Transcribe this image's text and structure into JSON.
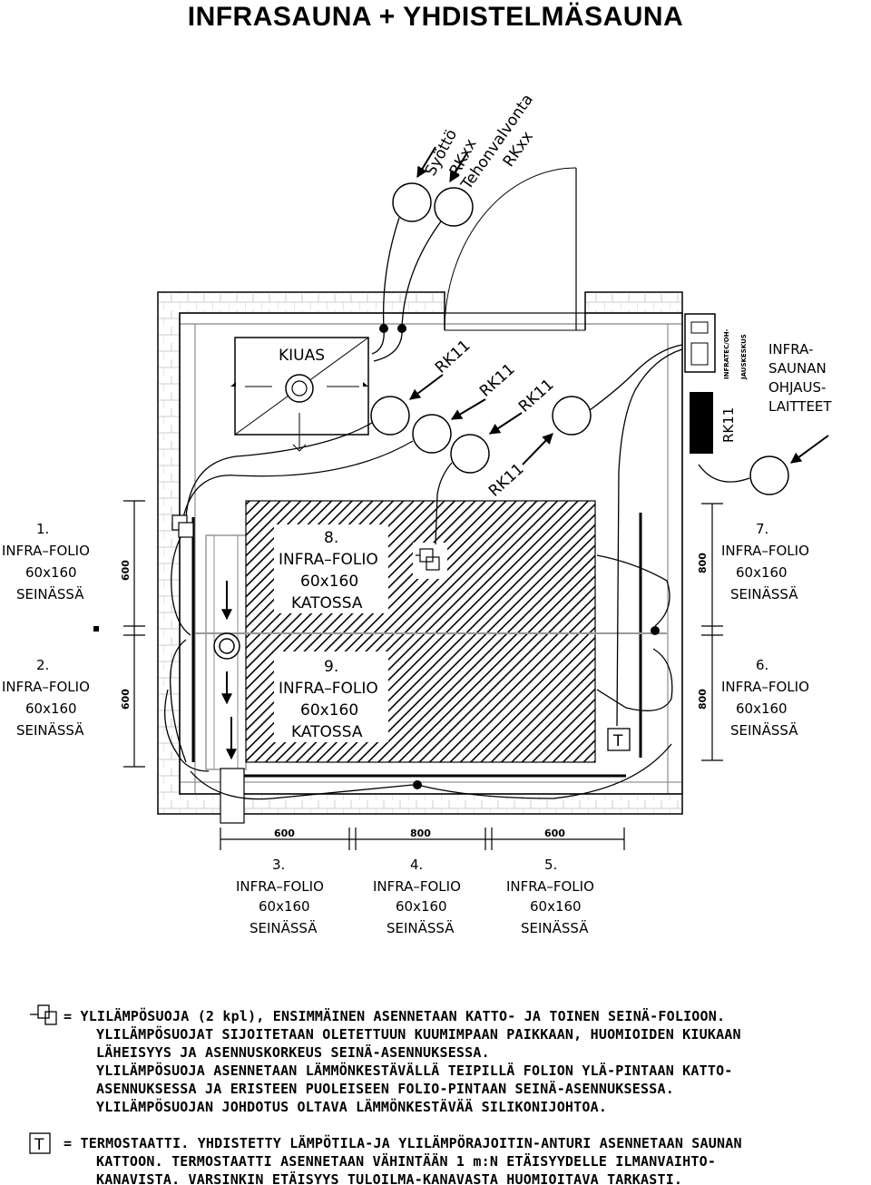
{
  "title": "INFRASAUNA + YHDISTELMÄSAUNA",
  "feeds": {
    "syotto": [
      "Syöttö",
      "RKxx"
    ],
    "tehonvalvonta": [
      "Tehonvalvonta",
      "RKxx"
    ]
  },
  "kiuas": "KIUAS",
  "rk11": "RK11",
  "control": {
    "box": [
      "INFRATEC/OH-",
      "JAUSKESKUS"
    ],
    "label": [
      "INFRA-",
      "SAUNAN",
      "OHJAUS-",
      "LAITTEET"
    ]
  },
  "panels": {
    "p1": [
      "1.",
      "INFRA–FOLIO",
      "60x160",
      "SEINÄSSÄ"
    ],
    "p2": [
      "2.",
      "INFRA–FOLIO",
      "60x160",
      "SEINÄSSÄ"
    ],
    "p3": [
      "3.",
      "INFRA–FOLIO",
      "60x160",
      "SEINÄSSÄ"
    ],
    "p4": [
      "4.",
      "INFRA–FOLIO",
      "60x160",
      "SEINÄSSÄ"
    ],
    "p5": [
      "5.",
      "INFRA–FOLIO",
      "60x160",
      "SEINÄSSÄ"
    ],
    "p6": [
      "6.",
      "INFRA–FOLIO",
      "60x160",
      "SEINÄSSÄ"
    ],
    "p7": [
      "7.",
      "INFRA–FOLIO",
      "60x160",
      "SEINÄSSÄ"
    ],
    "p8": [
      "8.",
      "INFRA–FOLIO",
      "60x160",
      "KATOSSA"
    ],
    "p9": [
      "9.",
      "INFRA–FOLIO",
      "60x160",
      "KATOSSA"
    ]
  },
  "dimensions": {
    "d600": "600",
    "d800": "800"
  },
  "thermostat_symbol": "T",
  "notes": {
    "overheat": [
      "= YLILÄMPÖSUOJA (2 kpl), ENSIMMÄINEN ASENNETAAN KATTO- JA TOINEN SEINÄ-FOLIOON.",
      "YLILÄMPÖSUOJAT SIJOITETAAN OLETETTUUN KUUMIMPAAN PAIKKAAN, HUOMIOIDEN KIUKAAN",
      "LÄHEISYYS JA ASENNUSKORKEUS SEINÄ-ASENNUKSESSA.",
      "YLILÄMPÖSUOJA ASENNETAAN LÄMMÖNKESTÄVÄLLÄ TEIPILLÄ FOLION YLÄ-PINTAAN KATTO-",
      "ASENNUKSESSA JA ERISTEEN PUOLEISEEN FOLIO-PINTAAN SEINÄ-ASENNUKSESSA.",
      "YLILÄMPÖSUOJAN JOHDOTUS OLTAVA LÄMMÖNKESTÄVÄÄ SILIKONIJOHTOA."
    ],
    "thermostat": [
      "= TERMOSTAATTI. YHDISTETTY LÄMPÖTILA-JA YLILÄMPÖRAJOITIN-ANTURI ASENNETAAN SAUNAN",
      "KATTOON. TERMOSTAATTI ASENNETAAN VÄHINTÄÄN 1 m:N ETÄISYYDELLE ILMANVAIHTO-",
      "KANAVISTA. VARSINKIN ETÄISYYS TULOILMA-KANAVASTA HUOMIOITAVA TARKASTI."
    ]
  },
  "colors": {
    "line": "#000000",
    "background": "#ffffff",
    "grid": "#888888"
  }
}
